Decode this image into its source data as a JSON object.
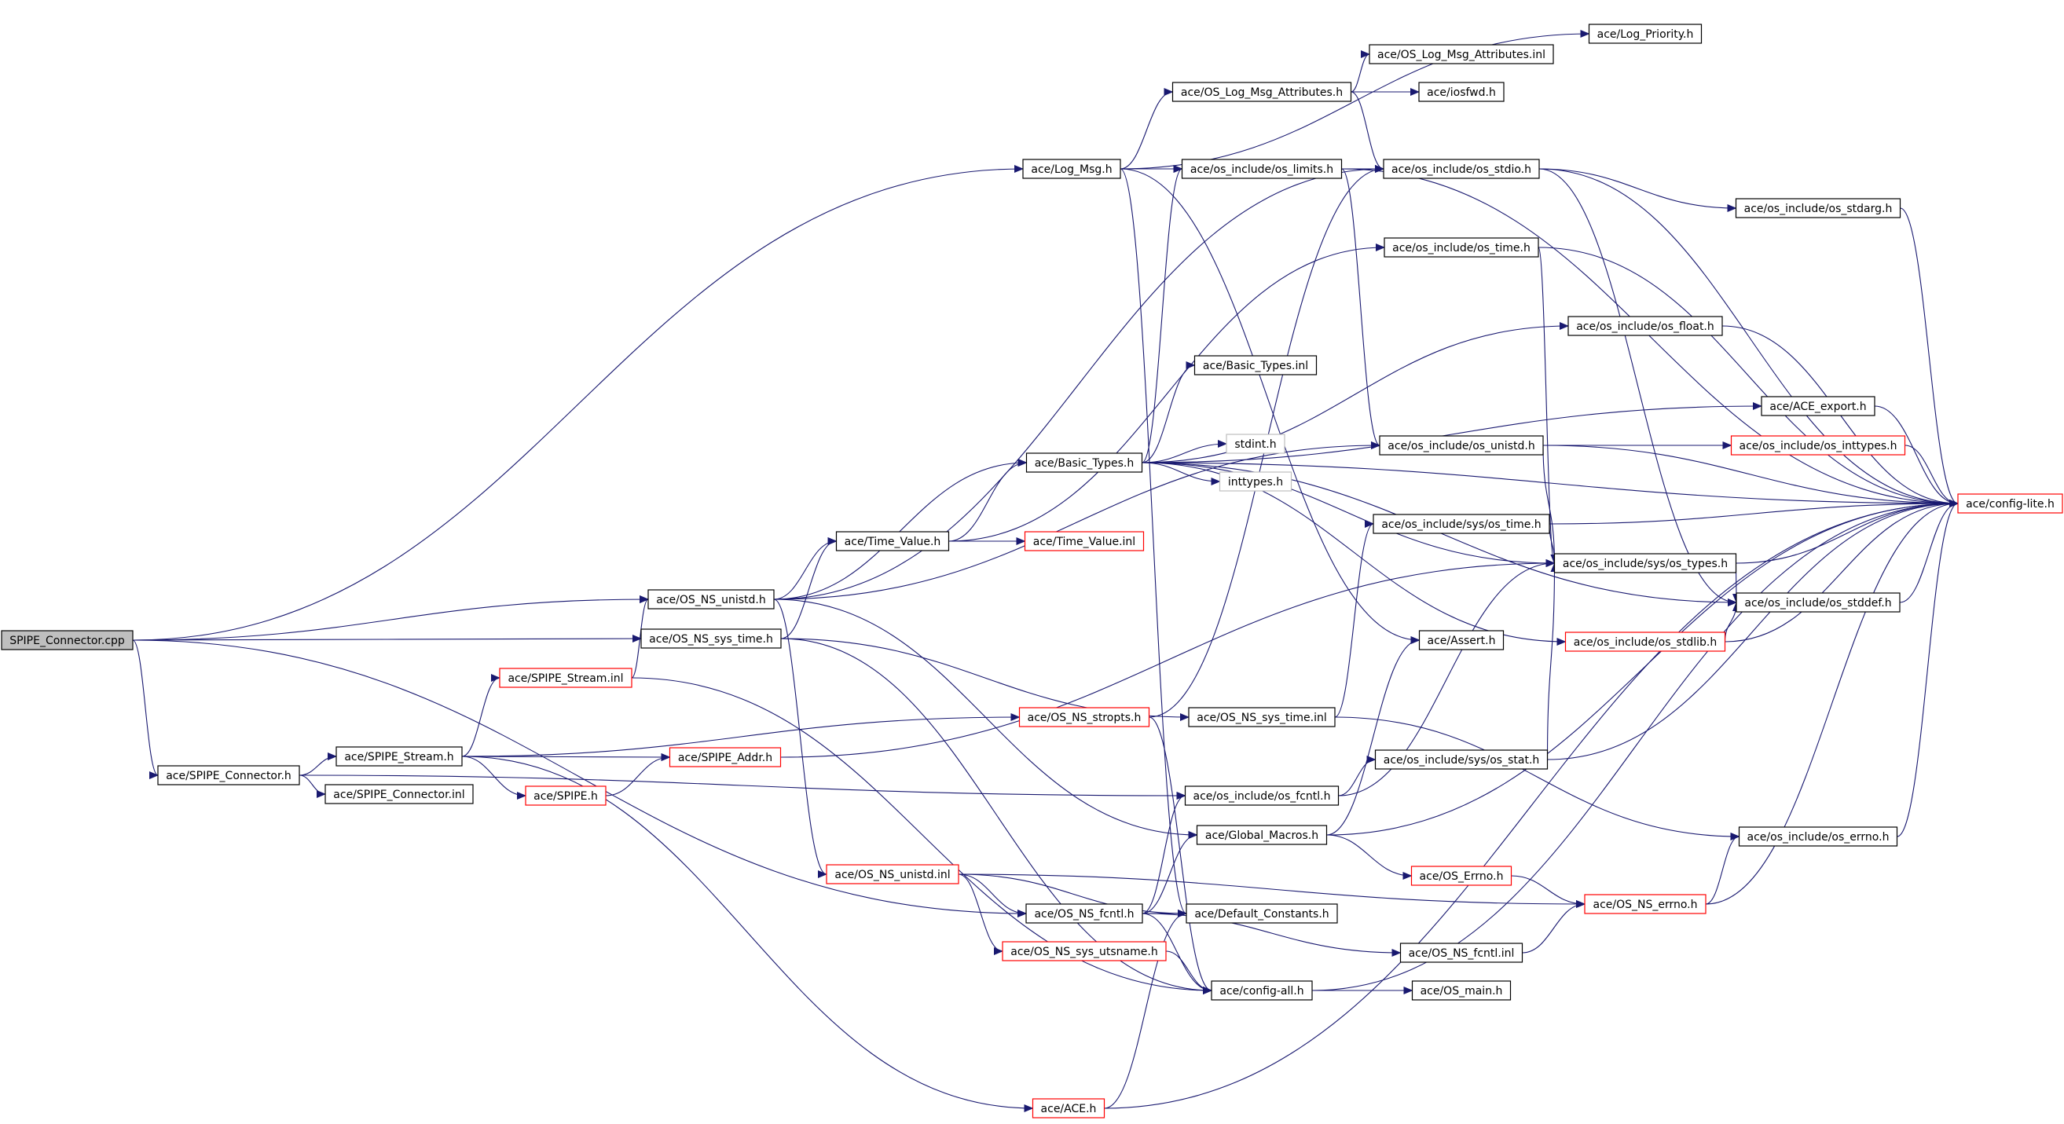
{
  "diagram": {
    "colors": {
      "edge": "#191970",
      "node_border": "#000000",
      "node_border_incomplete": "#ff0000",
      "node_border_external": "#bfbfbf",
      "root_fill": "#bfbfbf",
      "node_fill": "#ffffff"
    },
    "nodes": [
      {
        "id": "root",
        "label": "SPIPE_Connector.cpp",
        "style": "root"
      },
      {
        "id": "spipe_connector_h",
        "label": "ace/SPIPE_Connector.h",
        "style": "normal"
      },
      {
        "id": "spipe_stream_h",
        "label": "ace/SPIPE_Stream.h",
        "style": "normal"
      },
      {
        "id": "spipe_connector_inl",
        "label": "ace/SPIPE_Connector.inl",
        "style": "normal"
      },
      {
        "id": "spipe_stream_inl",
        "label": "ace/SPIPE_Stream.inl",
        "style": "red"
      },
      {
        "id": "spipe_h",
        "label": "ace/SPIPE.h",
        "style": "red"
      },
      {
        "id": "spipe_addr_h",
        "label": "ace/SPIPE_Addr.h",
        "style": "red"
      },
      {
        "id": "os_ns_unistd_h",
        "label": "ace/OS_NS_unistd.h",
        "style": "normal"
      },
      {
        "id": "os_ns_sys_time_h",
        "label": "ace/OS_NS_sys_time.h",
        "style": "normal"
      },
      {
        "id": "time_value_h",
        "label": "ace/Time_Value.h",
        "style": "normal"
      },
      {
        "id": "time_value_inl",
        "label": "ace/Time_Value.inl",
        "style": "red"
      },
      {
        "id": "basic_types_h",
        "label": "ace/Basic_Types.h",
        "style": "normal"
      },
      {
        "id": "basic_types_inl",
        "label": "ace/Basic_Types.inl",
        "style": "normal"
      },
      {
        "id": "stdint_h",
        "label": "stdint.h",
        "style": "gray"
      },
      {
        "id": "inttypes_h",
        "label": "inttypes.h",
        "style": "gray"
      },
      {
        "id": "log_msg_h",
        "label": "ace/Log_Msg.h",
        "style": "normal"
      },
      {
        "id": "os_log_msg_attr_h",
        "label": "ace/OS_Log_Msg_Attributes.h",
        "style": "normal"
      },
      {
        "id": "os_log_msg_attr_inl",
        "label": "ace/OS_Log_Msg_Attributes.inl",
        "style": "normal"
      },
      {
        "id": "iosfwd_h",
        "label": "ace/iosfwd.h",
        "style": "normal"
      },
      {
        "id": "log_priority_h",
        "label": "ace/Log_Priority.h",
        "style": "normal"
      },
      {
        "id": "os_limits_h",
        "label": "ace/os_include/os_limits.h",
        "style": "normal"
      },
      {
        "id": "os_stdio_h",
        "label": "ace/os_include/os_stdio.h",
        "style": "normal"
      },
      {
        "id": "os_stdarg_h",
        "label": "ace/os_include/os_stdarg.h",
        "style": "normal"
      },
      {
        "id": "os_time_h",
        "label": "ace/os_include/os_time.h",
        "style": "normal"
      },
      {
        "id": "os_float_h",
        "label": "ace/os_include/os_float.h",
        "style": "normal"
      },
      {
        "id": "ace_export_h",
        "label": "ace/ACE_export.h",
        "style": "normal"
      },
      {
        "id": "os_unistd_h",
        "label": "ace/os_include/os_unistd.h",
        "style": "normal"
      },
      {
        "id": "os_inttypes_h",
        "label": "ace/os_include/os_inttypes.h",
        "style": "red"
      },
      {
        "id": "config_lite_h",
        "label": "ace/config-lite.h",
        "style": "red"
      },
      {
        "id": "sys_os_time_h",
        "label": "ace/os_include/sys/os_time.h",
        "style": "normal"
      },
      {
        "id": "sys_os_types_h",
        "label": "ace/os_include/sys/os_types.h",
        "style": "normal"
      },
      {
        "id": "os_stddef_h",
        "label": "ace/os_include/os_stddef.h",
        "style": "normal"
      },
      {
        "id": "assert_h",
        "label": "ace/Assert.h",
        "style": "normal"
      },
      {
        "id": "os_stdlib_h",
        "label": "ace/os_include/os_stdlib.h",
        "style": "red"
      },
      {
        "id": "os_ns_stropts_h",
        "label": "ace/OS_NS_stropts.h",
        "style": "red"
      },
      {
        "id": "os_ns_sys_time_inl",
        "label": "ace/OS_NS_sys_time.inl",
        "style": "normal"
      },
      {
        "id": "sys_os_stat_h",
        "label": "ace/os_include/sys/os_stat.h",
        "style": "normal"
      },
      {
        "id": "os_fcntl_h",
        "label": "ace/os_include/os_fcntl.h",
        "style": "normal"
      },
      {
        "id": "global_macros_h",
        "label": "ace/Global_Macros.h",
        "style": "normal"
      },
      {
        "id": "os_errno_h",
        "label": "ace/os_include/os_errno.h",
        "style": "normal"
      },
      {
        "id": "os_errno_ace",
        "label": "ace/OS_Errno.h",
        "style": "red"
      },
      {
        "id": "os_ns_unistd_inl",
        "label": "ace/OS_NS_unistd.inl",
        "style": "red"
      },
      {
        "id": "os_ns_errno_h",
        "label": "ace/OS_NS_errno.h",
        "style": "red"
      },
      {
        "id": "os_ns_fcntl_h",
        "label": "ace/OS_NS_fcntl.h",
        "style": "normal"
      },
      {
        "id": "default_constants_h",
        "label": "ace/Default_Constants.h",
        "style": "normal"
      },
      {
        "id": "os_ns_sys_utsname_h",
        "label": "ace/OS_NS_sys_utsname.h",
        "style": "red"
      },
      {
        "id": "os_ns_fcntl_inl",
        "label": "ace/OS_NS_fcntl.inl",
        "style": "normal"
      },
      {
        "id": "config_all_h",
        "label": "ace/config-all.h",
        "style": "normal"
      },
      {
        "id": "os_main_h",
        "label": "ace/OS_main.h",
        "style": "normal"
      },
      {
        "id": "ace_h",
        "label": "ace/ACE.h",
        "style": "red"
      }
    ],
    "edges": [
      [
        "root",
        "log_msg_h"
      ],
      [
        "root",
        "os_ns_unistd_h"
      ],
      [
        "root",
        "os_ns_sys_time_h"
      ],
      [
        "root",
        "spipe_connector_h"
      ],
      [
        "root",
        "os_ns_fcntl_h"
      ],
      [
        "spipe_connector_h",
        "spipe_stream_h"
      ],
      [
        "spipe_connector_h",
        "spipe_connector_inl"
      ],
      [
        "spipe_connector_h",
        "os_fcntl_h"
      ],
      [
        "spipe_stream_h",
        "spipe_stream_inl"
      ],
      [
        "spipe_stream_h",
        "spipe_addr_h"
      ],
      [
        "spipe_stream_h",
        "spipe_h"
      ],
      [
        "spipe_stream_h",
        "os_ns_stropts_h"
      ],
      [
        "spipe_stream_h",
        "ace_h"
      ],
      [
        "spipe_stream_inl",
        "os_ns_unistd_h"
      ],
      [
        "spipe_stream_inl",
        "config_all_h"
      ],
      [
        "spipe_h",
        "spipe_addr_h"
      ],
      [
        "spipe_addr_h",
        "sys_os_types_h"
      ],
      [
        "os_ns_unistd_h",
        "time_value_h"
      ],
      [
        "os_ns_unistd_h",
        "basic_types_h"
      ],
      [
        "os_ns_unistd_h",
        "os_stdio_h"
      ],
      [
        "os_ns_unistd_h",
        "os_unistd_h"
      ],
      [
        "os_ns_unistd_h",
        "os_ns_unistd_inl"
      ],
      [
        "os_ns_unistd_h",
        "global_macros_h"
      ],
      [
        "os_ns_sys_time_h",
        "time_value_h"
      ],
      [
        "os_ns_sys_time_h",
        "os_ns_sys_time_inl"
      ],
      [
        "os_ns_sys_time_h",
        "config_all_h"
      ],
      [
        "time_value_h",
        "time_value_inl"
      ],
      [
        "time_value_h",
        "basic_types_h"
      ],
      [
        "time_value_h",
        "os_time_h"
      ],
      [
        "basic_types_h",
        "basic_types_inl"
      ],
      [
        "basic_types_h",
        "stdint_h"
      ],
      [
        "basic_types_h",
        "inttypes_h"
      ],
      [
        "basic_types_h",
        "os_limits_h"
      ],
      [
        "basic_types_h",
        "os_float_h"
      ],
      [
        "basic_types_h",
        "ace_export_h"
      ],
      [
        "basic_types_h",
        "sys_os_types_h"
      ],
      [
        "basic_types_h",
        "os_stddef_h"
      ],
      [
        "basic_types_h",
        "os_stdlib_h"
      ],
      [
        "basic_types_h",
        "config_lite_h"
      ],
      [
        "log_msg_h",
        "os_log_msg_attr_h"
      ],
      [
        "log_msg_h",
        "os_limits_h"
      ],
      [
        "log_msg_h",
        "log_priority_h"
      ],
      [
        "log_msg_h",
        "assert_h"
      ],
      [
        "log_msg_h",
        "default_constants_h"
      ],
      [
        "os_log_msg_attr_h",
        "os_log_msg_attr_inl"
      ],
      [
        "os_log_msg_attr_h",
        "iosfwd_h"
      ],
      [
        "os_log_msg_attr_h",
        "os_stdio_h"
      ],
      [
        "os_limits_h",
        "os_stdio_h"
      ],
      [
        "os_limits_h",
        "os_unistd_h"
      ],
      [
        "os_limits_h",
        "config_lite_h"
      ],
      [
        "os_stdio_h",
        "os_stdarg_h"
      ],
      [
        "os_stdio_h",
        "os_stddef_h"
      ],
      [
        "os_stdio_h",
        "config_lite_h"
      ],
      [
        "os_stdarg_h",
        "config_lite_h"
      ],
      [
        "os_time_h",
        "sys_os_types_h"
      ],
      [
        "os_time_h",
        "config_lite_h"
      ],
      [
        "os_float_h",
        "config_lite_h"
      ],
      [
        "ace_export_h",
        "config_lite_h"
      ],
      [
        "os_unistd_h",
        "os_inttypes_h"
      ],
      [
        "os_unistd_h",
        "sys_os_types_h"
      ],
      [
        "os_unistd_h",
        "config_lite_h"
      ],
      [
        "os_inttypes_h",
        "config_lite_h"
      ],
      [
        "sys_os_time_h",
        "sys_os_types_h"
      ],
      [
        "sys_os_time_h",
        "config_lite_h"
      ],
      [
        "sys_os_types_h",
        "os_stddef_h"
      ],
      [
        "sys_os_types_h",
        "config_lite_h"
      ],
      [
        "os_stddef_h",
        "config_lite_h"
      ],
      [
        "os_stdlib_h",
        "os_stddef_h"
      ],
      [
        "os_stdlib_h",
        "config_lite_h"
      ],
      [
        "os_ns_stropts_h",
        "os_stdio_h"
      ],
      [
        "os_ns_stropts_h",
        "config_all_h"
      ],
      [
        "os_ns_sys_time_inl",
        "sys_os_time_h"
      ],
      [
        "os_ns_sys_time_inl",
        "os_errno_h"
      ],
      [
        "sys_os_stat_h",
        "sys_os_types_h"
      ],
      [
        "sys_os_stat_h",
        "config_lite_h"
      ],
      [
        "os_fcntl_h",
        "sys_os_stat_h"
      ],
      [
        "os_fcntl_h",
        "sys_os_types_h"
      ],
      [
        "global_macros_h",
        "os_errno_ace"
      ],
      [
        "global_macros_h",
        "assert_h"
      ],
      [
        "global_macros_h",
        "config_lite_h"
      ],
      [
        "os_errno_h",
        "config_lite_h"
      ],
      [
        "os_errno_ace",
        "os_ns_errno_h"
      ],
      [
        "os_ns_unistd_inl",
        "os_ns_fcntl_h"
      ],
      [
        "os_ns_unistd_inl",
        "default_constants_h"
      ],
      [
        "os_ns_unistd_inl",
        "os_ns_sys_utsname_h"
      ],
      [
        "os_ns_unistd_inl",
        "os_ns_errno_h"
      ],
      [
        "os_ns_errno_h",
        "os_errno_h"
      ],
      [
        "os_ns_errno_h",
        "config_lite_h"
      ],
      [
        "os_ns_fcntl_h",
        "default_constants_h"
      ],
      [
        "os_ns_fcntl_h",
        "os_ns_fcntl_inl"
      ],
      [
        "os_ns_fcntl_h",
        "global_macros_h"
      ],
      [
        "os_ns_fcntl_h",
        "os_fcntl_h"
      ],
      [
        "os_ns_fcntl_h",
        "config_all_h"
      ],
      [
        "os_ns_sys_utsname_h",
        "config_all_h"
      ],
      [
        "os_ns_fcntl_inl",
        "os_ns_errno_h"
      ],
      [
        "config_all_h",
        "os_main_h"
      ],
      [
        "config_all_h",
        "config_lite_h"
      ],
      [
        "ace_h",
        "default_constants_h"
      ],
      [
        "ace_h",
        "config_lite_h"
      ]
    ]
  }
}
